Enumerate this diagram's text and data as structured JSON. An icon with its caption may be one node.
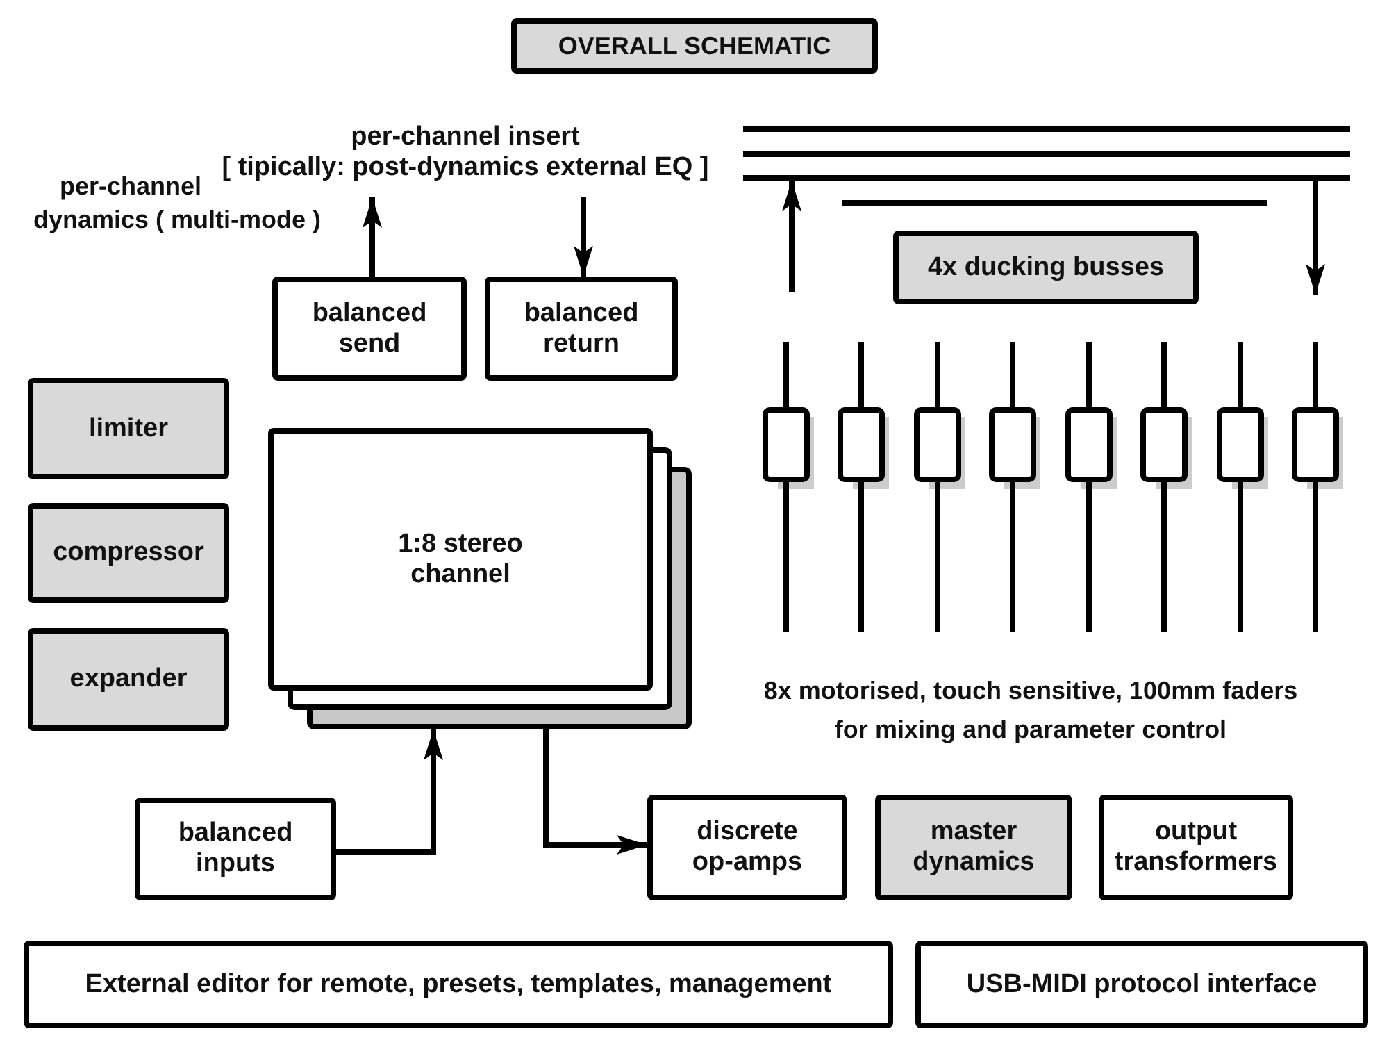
{
  "diagram": {
    "title": "OVERALL SCHEMATIC",
    "nodes": [
      {
        "text": [
          "balanced send"
        ]
      },
      {
        "text": [
          "balanced return"
        ]
      },
      {
        "text": [
          "limiter"
        ]
      },
      {
        "text": [
          "compressor"
        ]
      },
      {
        "text": [
          "expander"
        ]
      },
      {
        "text": [
          "1:8 stereo channel"
        ]
      },
      {
        "text": [
          "4x ducking busses"
        ]
      },
      {
        "text": [
          "balanced inputs"
        ]
      },
      {
        "text": [
          "discrete op-amps"
        ]
      },
      {
        "text": [
          "master dynamics"
        ]
      },
      {
        "text": [
          "output transformers"
        ]
      },
      {
        "text": [
          "External editor for remote, presets, templates, management"
        ]
      },
      {
        "text": [
          "USB-MIDI protocol interface"
        ]
      },
      {
        "text": [
          "per-channel insert",
          "[ tipically: post-dynamics external EQ ]"
        ]
      }
    ],
    "edges": [
      {
        "from": 0,
        "to": 13,
        "arrow": "to"
      },
      {
        "from": 13,
        "to": 1,
        "arrow": "to"
      },
      {
        "from": 7,
        "to": 5,
        "arrow": "to"
      },
      {
        "from": 5,
        "to": 8,
        "arrow": "to"
      }
    ],
    "labels": [
      "per-channel dynamics ( multi-mode )",
      "8x motorised, touch sensitive, 100mm faders for mixing and parameter control"
    ]
  }
}
